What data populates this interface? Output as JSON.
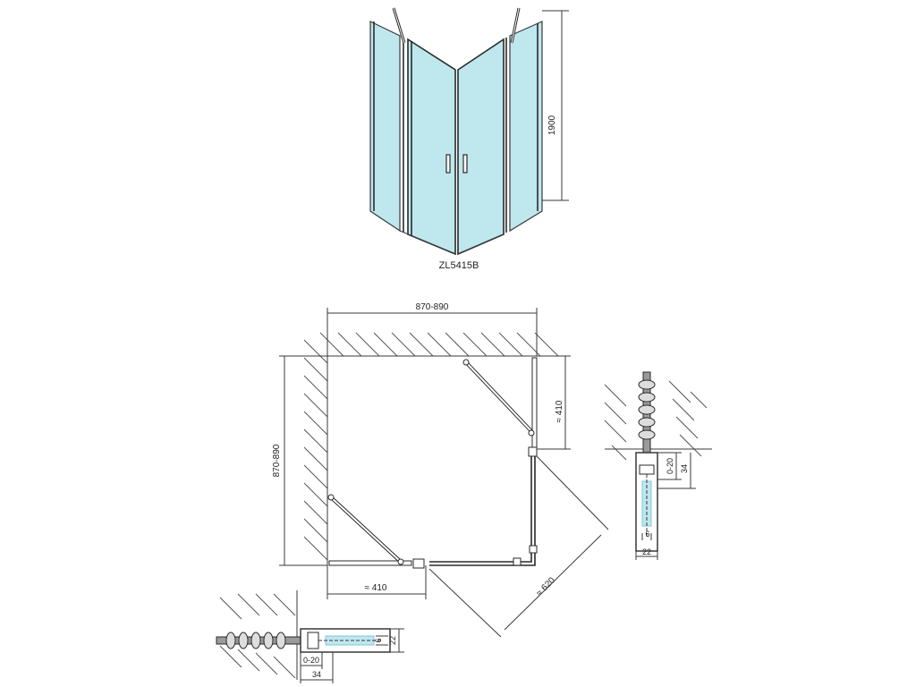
{
  "model_label": "ZL5415B",
  "height_label": "1900",
  "top_width_label": "870-890",
  "left_depth_label": "870-890",
  "door_right_label": "≈ 410",
  "door_bottom_label": "≈ 410",
  "diagonal_label": "≈ 620",
  "profile_right": {
    "adjust_label": "0-20",
    "profile_label": "34",
    "glass_label": "6",
    "width_label": "22"
  },
  "profile_bottom": {
    "adjust_label": "0-20",
    "profile_label": "34",
    "glass_label": "6",
    "width_label": "22"
  },
  "colors": {
    "glass": "#bfe7ee",
    "glass_edge": "#7fc8d4",
    "line": "#3a3a3a"
  }
}
